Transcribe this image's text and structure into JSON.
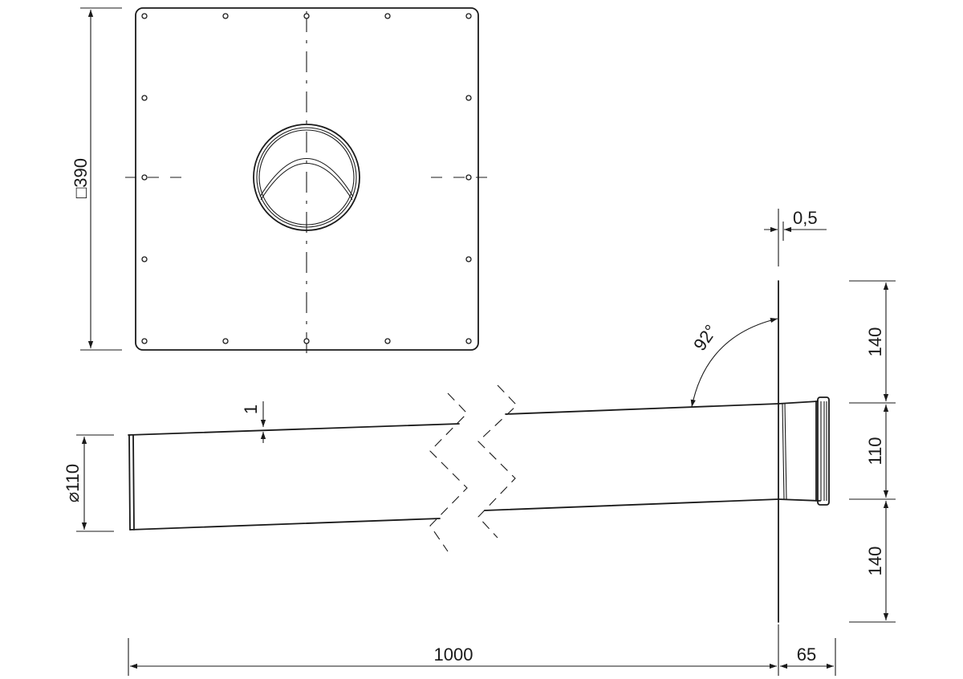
{
  "labels": {
    "plate_size": "□390",
    "thickness_offset": "0,5",
    "angle": "92°",
    "wall_thickness": "1",
    "diameter": "⌀110",
    "upper_height": "140",
    "middle_height": "110",
    "lower_height": "140",
    "pipe_length": "1000",
    "socket_length": "65"
  },
  "colors": {
    "line": "#1a1a1a",
    "background": "#ffffff"
  }
}
